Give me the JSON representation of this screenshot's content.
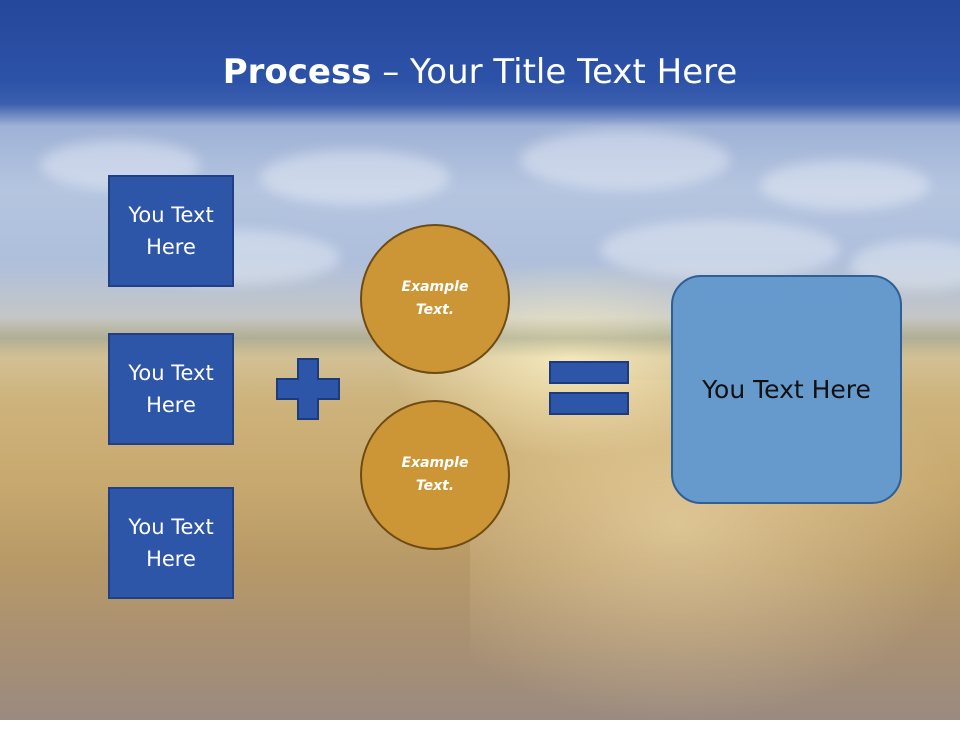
{
  "slide": {
    "title_bold": "Process",
    "title_rest": " – Your Title Text Here",
    "inputs": [
      "You Text\nHere",
      "You Text\nHere",
      "You Text\nHere"
    ],
    "circles": [
      "Example\nText.",
      "Example\nText."
    ],
    "result": "You Text Here",
    "colors": {
      "header": "#26479a",
      "box_blue": "#2e56a8",
      "circle_gold": "#cc9636",
      "result_blue": "#6699cc"
    },
    "operators": {
      "plus": "plus-icon",
      "equals": "equals-icon"
    }
  }
}
